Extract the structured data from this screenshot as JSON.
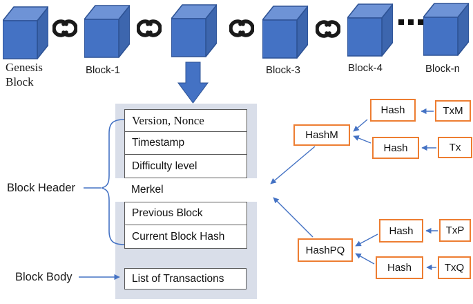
{
  "colors": {
    "cube_front": "#4472C4",
    "cube_top": "#6E93D6",
    "cube_side": "#3D66AE",
    "cube_outline": "#2E5395",
    "connector_blue": "#4472C4",
    "box_border_orange": "#ED7D31",
    "container_bg": "#D9DEE9",
    "row_border": "#595959",
    "link_black": "#1A1A1A"
  },
  "chain_row": {
    "blocks": [
      {
        "label": "Genesis Block"
      },
      {
        "label": "Block-1"
      },
      {
        "label": ""
      },
      {
        "label": "Block-3"
      },
      {
        "label": "Block-4"
      },
      {
        "label": "Block-n"
      }
    ],
    "ellipsis": "..."
  },
  "block_structure": {
    "header_label": "Block Header",
    "body_label": "Block Body",
    "rows": {
      "version": "Version, Nonce",
      "timestamp": "Timestamp",
      "difficulty": "Difficulty level",
      "merkle": "Merkel",
      "previous": "Previous Block",
      "current": "Current Block Hash"
    },
    "body_row": "List of Transactions"
  },
  "merkle_tree": {
    "hashm": "HashM",
    "hashpq": "HashPQ",
    "hash1": "Hash",
    "hash2": "Hash",
    "hash3": "Hash",
    "hash4": "Hash",
    "txm": "TxM",
    "tx": "Tx",
    "txp": "TxP",
    "txq": "TxQ"
  }
}
